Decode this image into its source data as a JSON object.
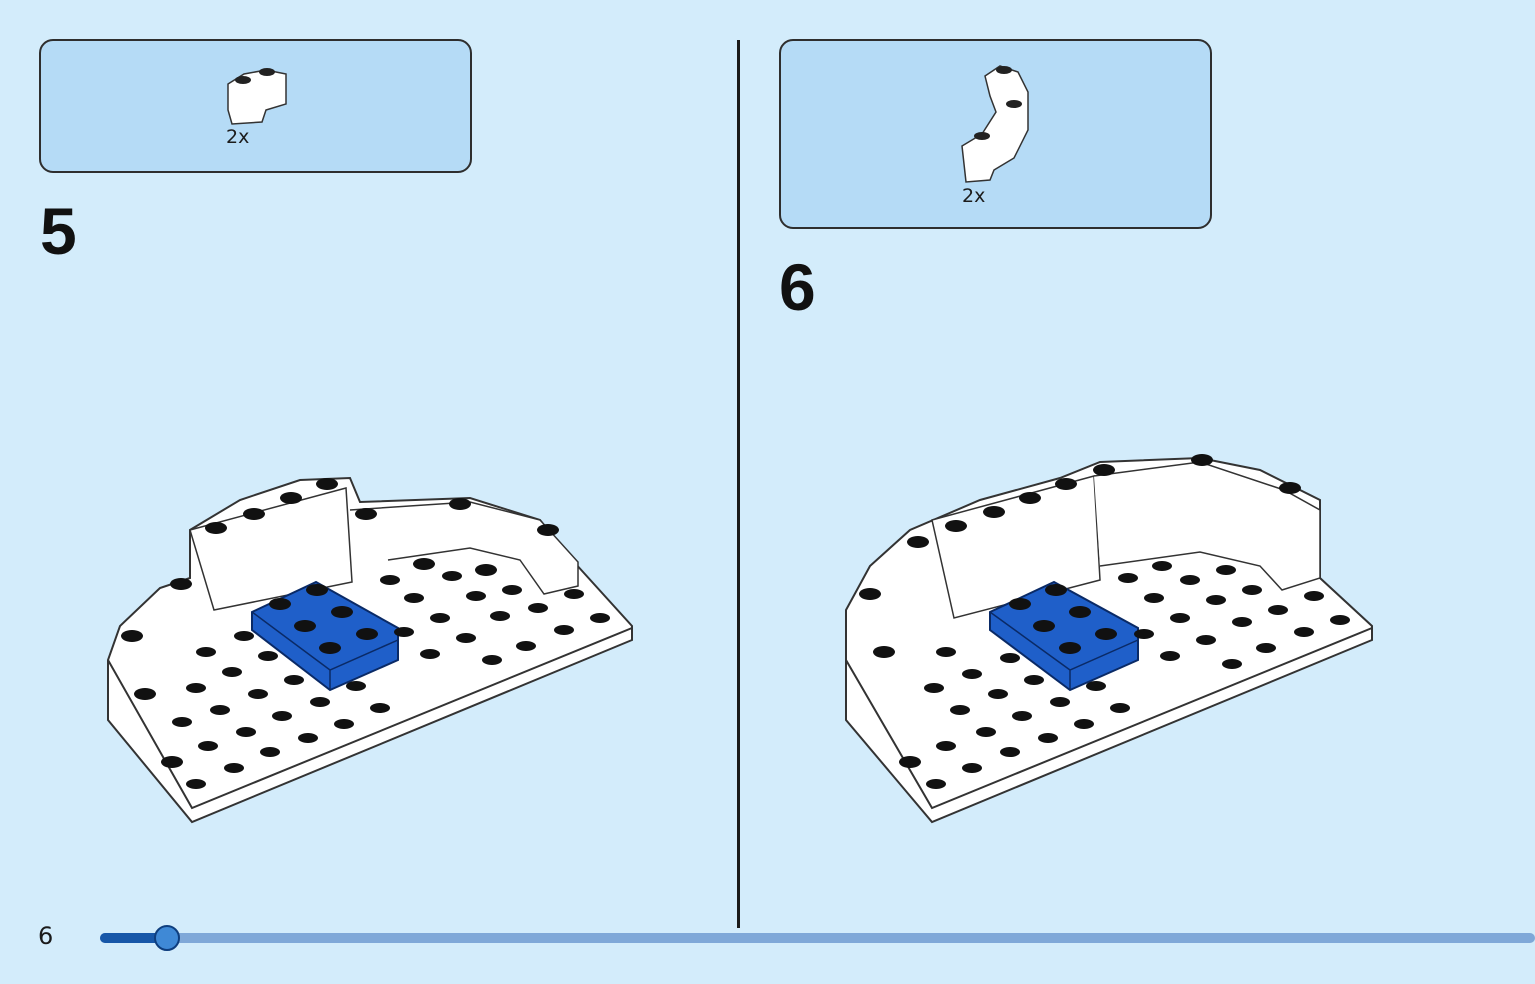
{
  "page": {
    "number": "6"
  },
  "progress": {
    "fraction": 0.047,
    "colors": {
      "filled": "#1757a8",
      "track": "#7fa8d8",
      "knob": "#3f89d6"
    }
  },
  "steps": [
    {
      "number": "5",
      "parts": [
        {
          "icon": "white-curved-brick-small-icon",
          "quantity": "2x"
        }
      ]
    },
    {
      "number": "6",
      "parts": [
        {
          "icon": "white-curved-arch-brick-icon",
          "quantity": "2x"
        }
      ]
    }
  ],
  "colors": {
    "background": "#d3ecfb",
    "callout": "#b5dbf6",
    "brick_white": "#ffffff",
    "brick_blue": "#1f5fc9"
  }
}
